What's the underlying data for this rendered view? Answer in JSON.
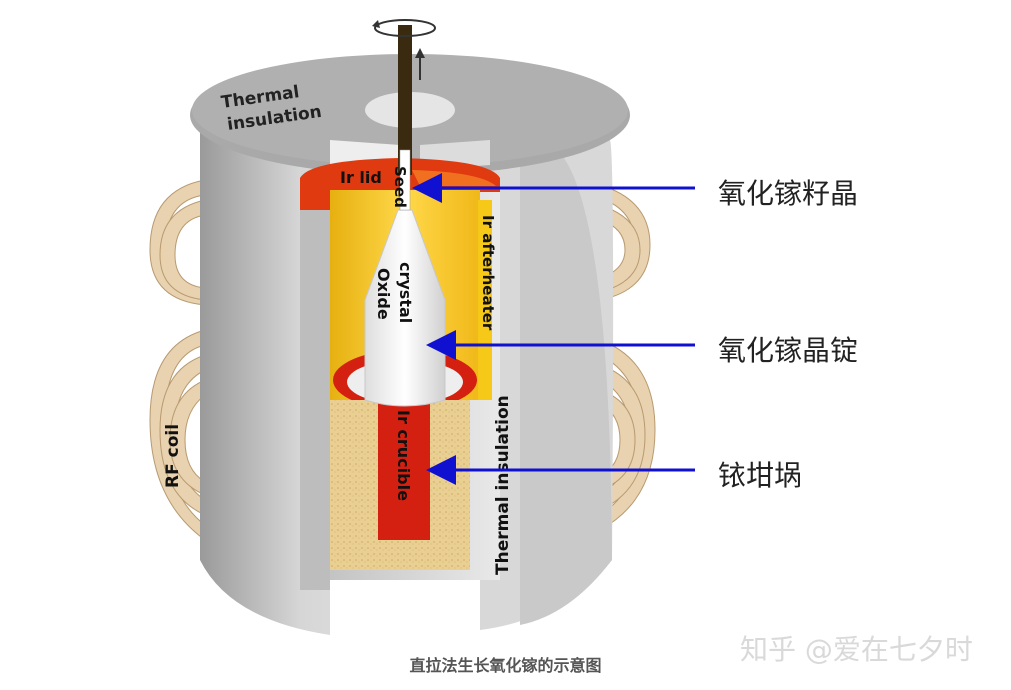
{
  "diagram": {
    "labels": {
      "thermal_insulation_top": [
        "Thermal",
        "insulation"
      ],
      "ir_lid": "Ir lid",
      "seed": "Seed",
      "ir_afterheater": "Ir afterheater",
      "oxide_crystal": [
        "Oxide",
        "crystal"
      ],
      "rf_coil": "RF coil",
      "ir_crucible": "Ir crucible",
      "thermal_insulation_side": "Thermal insulation"
    },
    "callouts": [
      {
        "text": "氧化镓籽晶"
      },
      {
        "text": "氧化镓晶锭"
      },
      {
        "text": "铱坩埚"
      }
    ],
    "colors": {
      "arrow": "#1010d0",
      "insulation": "#c8c8c8",
      "lid": "#e03a10",
      "afterheater": "#f3c21a",
      "crucible": "#d42010",
      "coil": "#e8d2b0",
      "ceramic": "#e8cc8a"
    }
  },
  "caption": "直拉法生长氧化镓的示意图",
  "watermark": "知乎 @爱在七夕时"
}
